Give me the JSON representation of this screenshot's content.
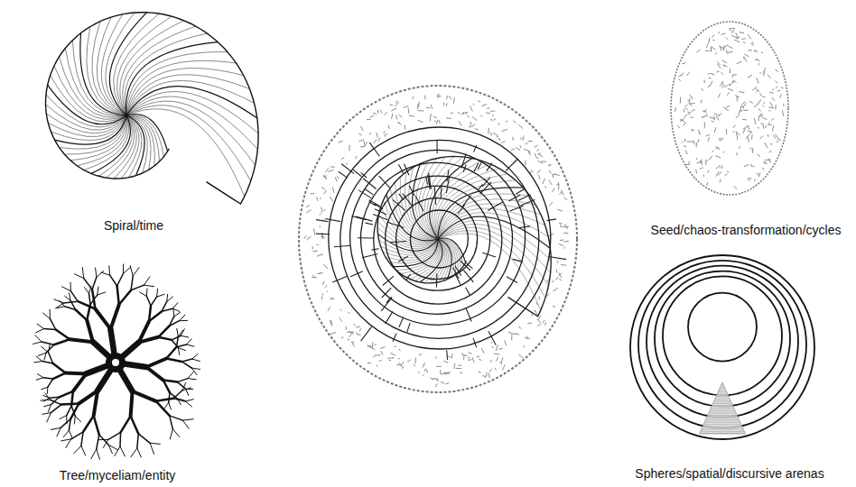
{
  "diagram": {
    "labels": [
      "Spiral/time",
      "Tree/myceliam/entity",
      "Seed/chaos-transformation/cycles",
      "Spheres/spatial/discursive arenas"
    ]
  }
}
